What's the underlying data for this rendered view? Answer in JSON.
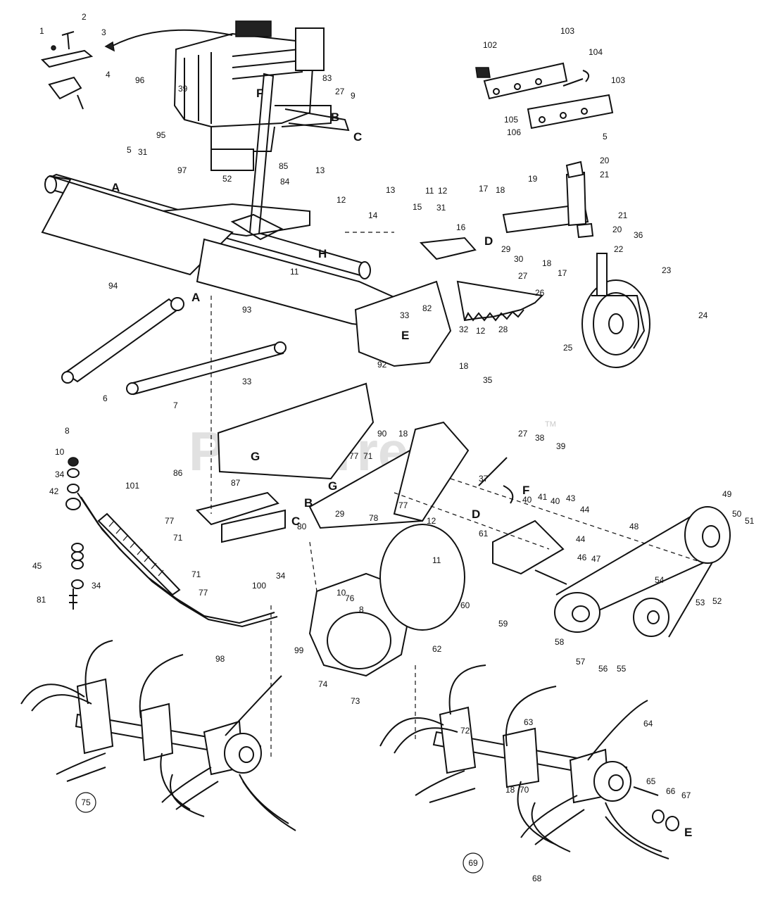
{
  "watermark": {
    "text": "PartsTree",
    "tm": "TM"
  },
  "callouts": [
    {
      "id": "c1",
      "text": "1"
    },
    {
      "id": "c2",
      "text": "2"
    },
    {
      "id": "c3",
      "text": "3"
    },
    {
      "id": "c4",
      "text": "4"
    },
    {
      "id": "c96",
      "text": "96"
    },
    {
      "id": "c39a",
      "text": "39"
    },
    {
      "id": "c83",
      "text": "83"
    },
    {
      "id": "c27a",
      "text": "27"
    },
    {
      "id": "c9",
      "text": "9"
    },
    {
      "id": "c95",
      "text": "95"
    },
    {
      "id": "c85",
      "text": "85"
    },
    {
      "id": "c5a",
      "text": "5"
    },
    {
      "id": "c31a",
      "text": "31"
    },
    {
      "id": "c97",
      "text": "97"
    },
    {
      "id": "c52a",
      "text": "52"
    },
    {
      "id": "c84",
      "text": "84"
    },
    {
      "id": "c13a",
      "text": "13"
    },
    {
      "id": "c13b",
      "text": "13"
    },
    {
      "id": "c12a",
      "text": "12"
    },
    {
      "id": "c11a",
      "text": "11"
    },
    {
      "id": "c14",
      "text": "14"
    },
    {
      "id": "c94",
      "text": "94"
    },
    {
      "id": "c93",
      "text": "93"
    },
    {
      "id": "c6",
      "text": "6"
    },
    {
      "id": "c7",
      "text": "7"
    },
    {
      "id": "c92",
      "text": "92"
    },
    {
      "id": "c33a",
      "text": "33"
    },
    {
      "id": "c82",
      "text": "82"
    },
    {
      "id": "c32",
      "text": "32"
    },
    {
      "id": "c12b",
      "text": "12"
    },
    {
      "id": "c28",
      "text": "28"
    },
    {
      "id": "c26",
      "text": "26"
    },
    {
      "id": "c27b",
      "text": "27"
    },
    {
      "id": "c30",
      "text": "30"
    },
    {
      "id": "c29a",
      "text": "29"
    },
    {
      "id": "c16",
      "text": "16"
    },
    {
      "id": "c15",
      "text": "15"
    },
    {
      "id": "c11b",
      "text": "11"
    },
    {
      "id": "c31b",
      "text": "31"
    },
    {
      "id": "c12c",
      "text": "12"
    },
    {
      "id": "c17a",
      "text": "17"
    },
    {
      "id": "c18a",
      "text": "18"
    },
    {
      "id": "c19",
      "text": "19"
    },
    {
      "id": "c18b",
      "text": "18"
    },
    {
      "id": "c17b",
      "text": "17"
    },
    {
      "id": "c22",
      "text": "22"
    },
    {
      "id": "c36",
      "text": "36"
    },
    {
      "id": "c23",
      "text": "23"
    },
    {
      "id": "c24",
      "text": "24"
    },
    {
      "id": "c25",
      "text": "25"
    },
    {
      "id": "c21a",
      "text": "21"
    },
    {
      "id": "c20a",
      "text": "20"
    },
    {
      "id": "c21b",
      "text": "21"
    },
    {
      "id": "c20b",
      "text": "20"
    },
    {
      "id": "c5b",
      "text": "5"
    },
    {
      "id": "c102",
      "text": "102"
    },
    {
      "id": "c103a",
      "text": "103"
    },
    {
      "id": "c104",
      "text": "104"
    },
    {
      "id": "c103b",
      "text": "103"
    },
    {
      "id": "c105",
      "text": "105"
    },
    {
      "id": "c106",
      "text": "106"
    },
    {
      "id": "c18c",
      "text": "18"
    },
    {
      "id": "c35",
      "text": "35"
    },
    {
      "id": "c33b",
      "text": "33"
    },
    {
      "id": "c86",
      "text": "86"
    },
    {
      "id": "c8a",
      "text": "8"
    },
    {
      "id": "c10a",
      "text": "10"
    },
    {
      "id": "c34a",
      "text": "34"
    },
    {
      "id": "c42",
      "text": "42"
    },
    {
      "id": "c45",
      "text": "45"
    },
    {
      "id": "c34b",
      "text": "34"
    },
    {
      "id": "c81",
      "text": "81"
    },
    {
      "id": "c101",
      "text": "101"
    },
    {
      "id": "c87",
      "text": "87"
    },
    {
      "id": "c77a",
      "text": "77"
    },
    {
      "id": "c71a",
      "text": "71"
    },
    {
      "id": "c71b",
      "text": "71"
    },
    {
      "id": "c77b",
      "text": "77"
    },
    {
      "id": "c90",
      "text": "90"
    },
    {
      "id": "c18d",
      "text": "18"
    },
    {
      "id": "c77c",
      "text": "77"
    },
    {
      "id": "c71c",
      "text": "71"
    },
    {
      "id": "c77d",
      "text": "77"
    },
    {
      "id": "c80",
      "text": "80"
    },
    {
      "id": "c29b",
      "text": "29"
    },
    {
      "id": "c78",
      "text": "78"
    },
    {
      "id": "c27c",
      "text": "27"
    },
    {
      "id": "c38",
      "text": "38"
    },
    {
      "id": "c39b",
      "text": "39"
    },
    {
      "id": "c37",
      "text": "37"
    },
    {
      "id": "c12d",
      "text": "12"
    },
    {
      "id": "c11c",
      "text": "11"
    },
    {
      "id": "c61",
      "text": "61"
    },
    {
      "id": "c40a",
      "text": "40"
    },
    {
      "id": "c41",
      "text": "41"
    },
    {
      "id": "c40b",
      "text": "40"
    },
    {
      "id": "c43",
      "text": "43"
    },
    {
      "id": "c44a",
      "text": "44"
    },
    {
      "id": "c44b",
      "text": "44"
    },
    {
      "id": "c46",
      "text": "46"
    },
    {
      "id": "c47",
      "text": "47"
    },
    {
      "id": "c48",
      "text": "48"
    },
    {
      "id": "c49",
      "text": "49"
    },
    {
      "id": "c50",
      "text": "50"
    },
    {
      "id": "c51",
      "text": "51"
    },
    {
      "id": "c60",
      "text": "60"
    },
    {
      "id": "c59",
      "text": "59"
    },
    {
      "id": "c54",
      "text": "54"
    },
    {
      "id": "c53",
      "text": "53"
    },
    {
      "id": "c52b",
      "text": "52"
    },
    {
      "id": "c58",
      "text": "58"
    },
    {
      "id": "c57",
      "text": "57"
    },
    {
      "id": "c56",
      "text": "56"
    },
    {
      "id": "c55",
      "text": "55"
    },
    {
      "id": "c100",
      "text": "100"
    },
    {
      "id": "c34c",
      "text": "34"
    },
    {
      "id": "c76",
      "text": "76"
    },
    {
      "id": "c10b",
      "text": "10"
    },
    {
      "id": "c8b",
      "text": "8"
    },
    {
      "id": "c98",
      "text": "98"
    },
    {
      "id": "c99",
      "text": "99"
    },
    {
      "id": "c62",
      "text": "62"
    },
    {
      "id": "c74",
      "text": "74"
    },
    {
      "id": "c73",
      "text": "73"
    },
    {
      "id": "c64",
      "text": "64"
    },
    {
      "id": "c63",
      "text": "63"
    },
    {
      "id": "c72",
      "text": "72"
    },
    {
      "id": "c18e",
      "text": "18"
    },
    {
      "id": "c70",
      "text": "70"
    },
    {
      "id": "c65",
      "text": "65"
    },
    {
      "id": "c66",
      "text": "66"
    },
    {
      "id": "c67",
      "text": "67"
    },
    {
      "id": "c68",
      "text": "68"
    }
  ],
  "circled_callouts": [
    {
      "id": "c75",
      "text": "75"
    },
    {
      "id": "c69",
      "text": "69"
    }
  ],
  "reference_letters": [
    {
      "id": "A1",
      "text": "A"
    },
    {
      "id": "A2",
      "text": "A"
    },
    {
      "id": "B1",
      "text": "B"
    },
    {
      "id": "C1",
      "text": "C"
    },
    {
      "id": "F1",
      "text": "F"
    },
    {
      "id": "H1",
      "text": "H"
    },
    {
      "id": "D1",
      "text": "D"
    },
    {
      "id": "E1",
      "text": "E"
    },
    {
      "id": "G1",
      "text": "G"
    },
    {
      "id": "G2",
      "text": "G"
    },
    {
      "id": "B2",
      "text": "B"
    },
    {
      "id": "C2",
      "text": "C"
    },
    {
      "id": "F2",
      "text": "F"
    },
    {
      "id": "D2",
      "text": "D"
    },
    {
      "id": "E2",
      "text": "E"
    }
  ]
}
